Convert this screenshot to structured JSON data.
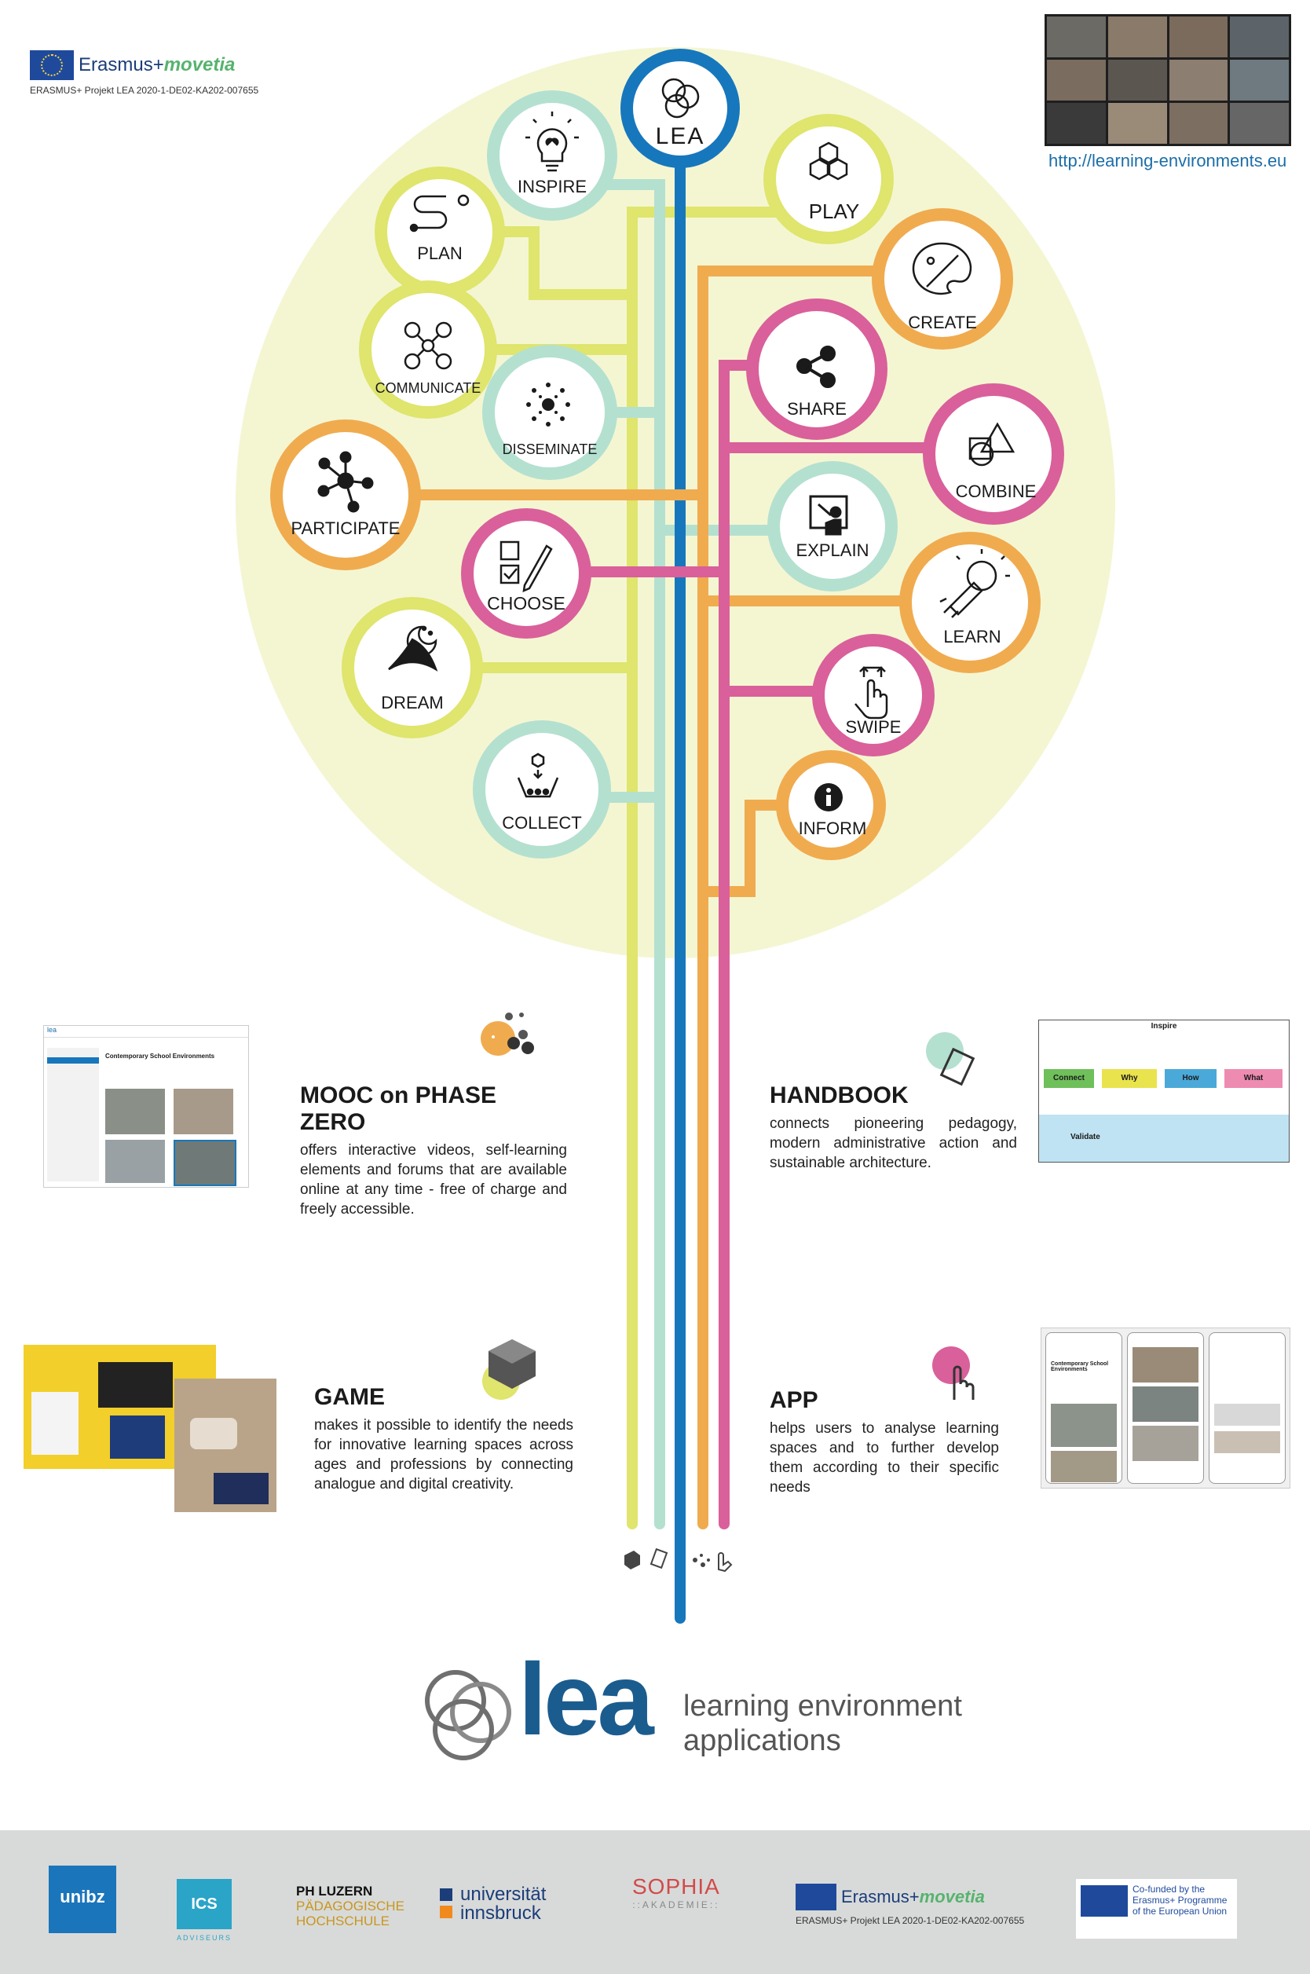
{
  "header": {
    "erasmus_a": "Erasmus+",
    "erasmus_b": "movetia",
    "project_ref": "ERASMUS+ Projekt LEA 2020-1-DE02-KA202-007655",
    "url": "http://learning-environments.eu"
  },
  "tree": {
    "root": "LEA",
    "nodes": [
      {
        "id": "inspire",
        "label": "INSPIRE",
        "icon": "lightbulb-heart-icon"
      },
      {
        "id": "play",
        "label": "PLAY",
        "icon": "hexagons-icon"
      },
      {
        "id": "plan",
        "label": "PLAN",
        "icon": "route-icon"
      },
      {
        "id": "create",
        "label": "CREATE",
        "icon": "palette-brush-icon"
      },
      {
        "id": "communicate",
        "label": "COMMUNICATE",
        "icon": "people-network-icon"
      },
      {
        "id": "share",
        "label": "SHARE",
        "icon": "share-icon"
      },
      {
        "id": "disseminate",
        "label": "DISSEMINATE",
        "icon": "burst-icon"
      },
      {
        "id": "combine",
        "label": "COMBINE",
        "icon": "shapes-icon"
      },
      {
        "id": "participate",
        "label": "PARTICIPATE",
        "icon": "molecule-icon"
      },
      {
        "id": "explain",
        "label": "EXPLAIN",
        "icon": "presenter-icon"
      },
      {
        "id": "choose",
        "label": "CHOOSE",
        "icon": "checklist-pencil-icon"
      },
      {
        "id": "learn",
        "label": "LEARN",
        "icon": "rocket-icon"
      },
      {
        "id": "dream",
        "label": "DREAM",
        "icon": "boat-moon-icon"
      },
      {
        "id": "swipe",
        "label": "SWIPE",
        "icon": "swipe-hand-icon"
      },
      {
        "id": "collect",
        "label": "COLLECT",
        "icon": "basket-icon"
      },
      {
        "id": "inform",
        "label": "INFORM",
        "icon": "info-icon"
      }
    ]
  },
  "sections": {
    "mooc": {
      "title": "MOOC on PHASE ZERO",
      "text": "offers interactive videos, self-learning elements and forums that are available online at any time - free of charge and freely accessible.",
      "screen_title": "Contemporary School Environments"
    },
    "handbook": {
      "title": "HANDBOOK",
      "text": "connects pioneering pedagogy, modern administrative action and sustainable architecture.",
      "diagram": {
        "top": "Inspire",
        "bottom": "Validate",
        "arrows": [
          "Connect",
          "Why",
          "How",
          "What"
        ]
      }
    },
    "game": {
      "title": "GAME",
      "text": "makes it possible to identify the needs for innovative learning spaces across ages and professions by connecting analogue and digital creativity."
    },
    "app": {
      "title": "APP",
      "text": "helps users to analyse learning spaces and to further develop them according to their specific needs",
      "screen_title": "Contemporary School Environments"
    }
  },
  "brand": {
    "word": "lea",
    "tag1": "learning environment",
    "tag2": "applications"
  },
  "footer": {
    "unibz": "unibz",
    "ics": "ICS",
    "ics_sub": "ADVISEURS",
    "phl1": "PH LUZERN",
    "phl2": "PÄDAGOGISCHE",
    "phl3": "HOCHSCHULE",
    "uibk1": "universität",
    "uibk2": "innsbruck",
    "sophia1": "SOPHIA",
    "sophia2": "::AKADEMIE::",
    "erasmus_a": "Erasmus+",
    "erasmus_b": "movetia",
    "project_ref": "ERASMUS+ Projekt LEA 2020-1-DE02-KA202-007655",
    "eu1": "Co-funded by the",
    "eu2": "Erasmus+ Programme",
    "eu3": "of the European Union"
  },
  "colors": {
    "yellow": "#dfe56d",
    "mint": "#b4e0d0",
    "blue": "#1777bd",
    "orange": "#f0ab4f",
    "pink": "#d9609a",
    "canopy": "#f4f6d2"
  }
}
